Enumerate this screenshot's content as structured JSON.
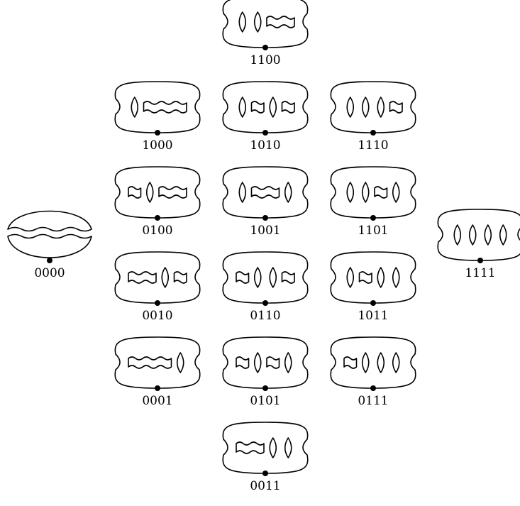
{
  "states": [
    {
      "label": "1100",
      "bits": "1100"
    },
    {
      "label": "1000",
      "bits": "1000"
    },
    {
      "label": "1010",
      "bits": "1010"
    },
    {
      "label": "1110",
      "bits": "1110"
    },
    {
      "label": "0100",
      "bits": "0100"
    },
    {
      "label": "1001",
      "bits": "1001"
    },
    {
      "label": "1101",
      "bits": "1101"
    },
    {
      "label": "0000",
      "bits": "0000"
    },
    {
      "label": "1111",
      "bits": "1111"
    },
    {
      "label": "0010",
      "bits": "0010"
    },
    {
      "label": "0110",
      "bits": "0110"
    },
    {
      "label": "1011",
      "bits": "1011"
    },
    {
      "label": "0001",
      "bits": "0001"
    },
    {
      "label": "0101",
      "bits": "0101"
    },
    {
      "label": "0111",
      "bits": "0111"
    },
    {
      "label": "0011",
      "bits": "0011"
    }
  ]
}
